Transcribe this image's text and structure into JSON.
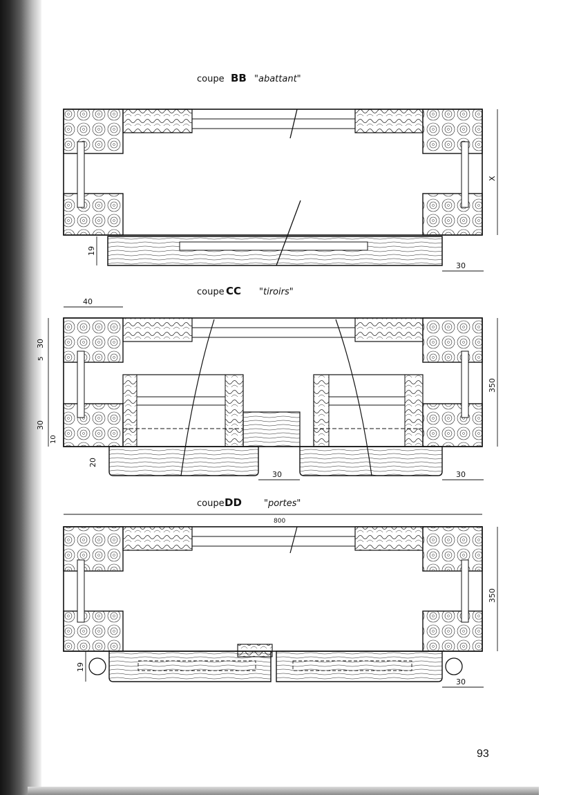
{
  "sections": [
    {
      "prefix": "coupe",
      "code": "BB",
      "name": "\"abattant\""
    },
    {
      "prefix": "coupe",
      "code": "CC",
      "name": "\"tiroirs\""
    },
    {
      "prefix": "coupe",
      "code": "DD",
      "name": "\"portes\""
    }
  ],
  "dimensions": {
    "bb": {
      "height": "X",
      "bottom": "19",
      "side": "30"
    },
    "cc": {
      "top_width": "40",
      "rail_top": "30",
      "gap": "5",
      "rail_bottom": "30",
      "lip": "10",
      "base": "20",
      "height": "350",
      "center": "30",
      "side": "30"
    },
    "dd": {
      "width": "800",
      "height": "350",
      "bottom": "19",
      "side": "30"
    }
  },
  "page_number": "93"
}
